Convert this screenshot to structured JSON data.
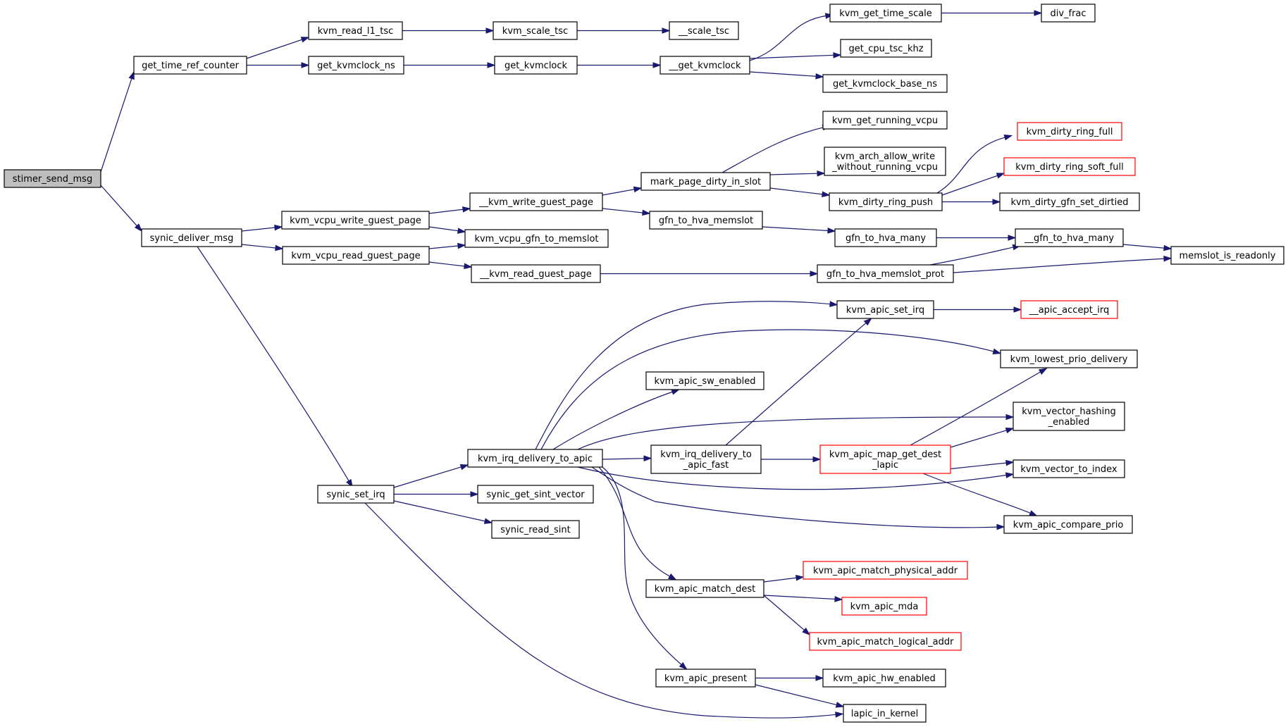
{
  "graph": {
    "colors": {
      "edge": "#191970",
      "node_border": "#000000",
      "truncated_border": "#ff0000",
      "root_fill": "#bfbfbf",
      "node_fill": "#ffffff"
    },
    "nodes": [
      {
        "id": "stimer_send_msg",
        "lines": [
          "stimer_send_msg"
        ],
        "root": true
      },
      {
        "id": "get_time_ref_counter",
        "lines": [
          "get_time_ref_counter"
        ]
      },
      {
        "id": "kvm_read_l1_tsc",
        "lines": [
          "kvm_read_l1_tsc"
        ]
      },
      {
        "id": "kvm_scale_tsc",
        "lines": [
          "kvm_scale_tsc"
        ]
      },
      {
        "id": "__scale_tsc",
        "lines": [
          "__scale_tsc"
        ]
      },
      {
        "id": "get_kvmclock_ns",
        "lines": [
          "get_kvmclock_ns"
        ]
      },
      {
        "id": "get_kvmclock",
        "lines": [
          "get_kvmclock"
        ]
      },
      {
        "id": "__get_kvmclock",
        "lines": [
          "__get_kvmclock"
        ]
      },
      {
        "id": "kvm_get_time_scale",
        "lines": [
          "kvm_get_time_scale"
        ]
      },
      {
        "id": "div_frac",
        "lines": [
          "div_frac"
        ]
      },
      {
        "id": "get_cpu_tsc_khz",
        "lines": [
          "get_cpu_tsc_khz"
        ]
      },
      {
        "id": "get_kvmclock_base_ns",
        "lines": [
          "get_kvmclock_base_ns"
        ]
      },
      {
        "id": "kvm_get_running_vcpu",
        "lines": [
          "kvm_get_running_vcpu"
        ]
      },
      {
        "id": "kvm_arch_allow_write",
        "lines": [
          "kvm_arch_allow_write",
          "_without_running_vcpu"
        ]
      },
      {
        "id": "kvm_dirty_ring_full",
        "lines": [
          "kvm_dirty_ring_full"
        ],
        "truncated": true
      },
      {
        "id": "kvm_dirty_ring_soft_full",
        "lines": [
          "kvm_dirty_ring_soft_full"
        ],
        "truncated": true
      },
      {
        "id": "mark_page_dirty_in_slot",
        "lines": [
          "mark_page_dirty_in_slot"
        ]
      },
      {
        "id": "kvm_dirty_ring_push",
        "lines": [
          "kvm_dirty_ring_push"
        ]
      },
      {
        "id": "kvm_dirty_gfn_set_dirtied",
        "lines": [
          "kvm_dirty_gfn_set_dirtied"
        ]
      },
      {
        "id": "__kvm_write_guest_page",
        "lines": [
          "__kvm_write_guest_page"
        ]
      },
      {
        "id": "kvm_vcpu_write_guest_page",
        "lines": [
          "kvm_vcpu_write_guest_page"
        ]
      },
      {
        "id": "gfn_to_hva_memslot",
        "lines": [
          "gfn_to_hva_memslot"
        ]
      },
      {
        "id": "synic_deliver_msg",
        "lines": [
          "synic_deliver_msg"
        ]
      },
      {
        "id": "kvm_vcpu_gfn_to_memslot",
        "lines": [
          "kvm_vcpu_gfn_to_memslot"
        ]
      },
      {
        "id": "gfn_to_hva_many",
        "lines": [
          "gfn_to_hva_many"
        ]
      },
      {
        "id": "__gfn_to_hva_many",
        "lines": [
          "__gfn_to_hva_many"
        ]
      },
      {
        "id": "kvm_vcpu_read_guest_page",
        "lines": [
          "kvm_vcpu_read_guest_page"
        ]
      },
      {
        "id": "memslot_is_readonly",
        "lines": [
          "memslot_is_readonly"
        ]
      },
      {
        "id": "__kvm_read_guest_page",
        "lines": [
          "__kvm_read_guest_page"
        ]
      },
      {
        "id": "gfn_to_hva_memslot_prot",
        "lines": [
          "gfn_to_hva_memslot_prot"
        ]
      },
      {
        "id": "kvm_apic_set_irq",
        "lines": [
          "kvm_apic_set_irq"
        ]
      },
      {
        "id": "__apic_accept_irq",
        "lines": [
          "__apic_accept_irq"
        ],
        "truncated": true
      },
      {
        "id": "kvm_lowest_prio_delivery",
        "lines": [
          "kvm_lowest_prio_delivery"
        ]
      },
      {
        "id": "kvm_apic_sw_enabled",
        "lines": [
          "kvm_apic_sw_enabled"
        ]
      },
      {
        "id": "kvm_vector_hashing_enabled",
        "lines": [
          "kvm_vector_hashing",
          "_enabled"
        ]
      },
      {
        "id": "kvm_irq_delivery_to_apic",
        "lines": [
          "kvm_irq_delivery_to_apic"
        ]
      },
      {
        "id": "kvm_irq_delivery_to_apic_fast",
        "lines": [
          "kvm_irq_delivery_to",
          "_apic_fast"
        ]
      },
      {
        "id": "kvm_apic_map_get_dest_lapic",
        "lines": [
          "kvm_apic_map_get_dest",
          "_lapic"
        ],
        "truncated": true
      },
      {
        "id": "kvm_vector_to_index",
        "lines": [
          "kvm_vector_to_index"
        ]
      },
      {
        "id": "synic_set_irq",
        "lines": [
          "synic_set_irq"
        ]
      },
      {
        "id": "synic_get_sint_vector",
        "lines": [
          "synic_get_sint_vector"
        ]
      },
      {
        "id": "kvm_apic_compare_prio",
        "lines": [
          "kvm_apic_compare_prio"
        ]
      },
      {
        "id": "synic_read_sint",
        "lines": [
          "synic_read_sint"
        ]
      },
      {
        "id": "kvm_apic_match_physical_addr",
        "lines": [
          "kvm_apic_match_physical_addr"
        ],
        "truncated": true
      },
      {
        "id": "kvm_apic_match_dest",
        "lines": [
          "kvm_apic_match_dest"
        ]
      },
      {
        "id": "kvm_apic_mda",
        "lines": [
          "kvm_apic_mda"
        ],
        "truncated": true
      },
      {
        "id": "kvm_apic_match_logical_addr",
        "lines": [
          "kvm_apic_match_logical_addr"
        ],
        "truncated": true
      },
      {
        "id": "kvm_apic_present",
        "lines": [
          "kvm_apic_present"
        ]
      },
      {
        "id": "kvm_apic_hw_enabled",
        "lines": [
          "kvm_apic_hw_enabled"
        ]
      },
      {
        "id": "lapic_in_kernel",
        "lines": [
          "lapic_in_kernel"
        ]
      }
    ],
    "edges": [
      [
        "stimer_send_msg",
        "get_time_ref_counter"
      ],
      [
        "stimer_send_msg",
        "synic_deliver_msg"
      ],
      [
        "get_time_ref_counter",
        "kvm_read_l1_tsc"
      ],
      [
        "get_time_ref_counter",
        "get_kvmclock_ns"
      ],
      [
        "kvm_read_l1_tsc",
        "kvm_scale_tsc"
      ],
      [
        "kvm_scale_tsc",
        "__scale_tsc"
      ],
      [
        "get_kvmclock_ns",
        "get_kvmclock"
      ],
      [
        "get_kvmclock",
        "__get_kvmclock"
      ],
      [
        "__get_kvmclock",
        "kvm_get_time_scale"
      ],
      [
        "__get_kvmclock",
        "get_cpu_tsc_khz"
      ],
      [
        "__get_kvmclock",
        "get_kvmclock_base_ns"
      ],
      [
        "kvm_get_time_scale",
        "div_frac"
      ],
      [
        "synic_deliver_msg",
        "kvm_vcpu_write_guest_page"
      ],
      [
        "synic_deliver_msg",
        "kvm_vcpu_read_guest_page"
      ],
      [
        "synic_deliver_msg",
        "synic_set_irq"
      ],
      [
        "kvm_vcpu_write_guest_page",
        "__kvm_write_guest_page"
      ],
      [
        "kvm_vcpu_write_guest_page",
        "kvm_vcpu_gfn_to_memslot"
      ],
      [
        "kvm_vcpu_read_guest_page",
        "kvm_vcpu_gfn_to_memslot"
      ],
      [
        "kvm_vcpu_read_guest_page",
        "__kvm_read_guest_page"
      ],
      [
        "__kvm_write_guest_page",
        "mark_page_dirty_in_slot"
      ],
      [
        "__kvm_write_guest_page",
        "gfn_to_hva_memslot"
      ],
      [
        "mark_page_dirty_in_slot",
        "kvm_get_running_vcpu"
      ],
      [
        "mark_page_dirty_in_slot",
        "kvm_arch_allow_write"
      ],
      [
        "mark_page_dirty_in_slot",
        "kvm_dirty_ring_push"
      ],
      [
        "kvm_dirty_ring_push",
        "kvm_dirty_ring_full"
      ],
      [
        "kvm_dirty_ring_push",
        "kvm_dirty_ring_soft_full"
      ],
      [
        "kvm_dirty_ring_push",
        "kvm_dirty_gfn_set_dirtied"
      ],
      [
        "gfn_to_hva_memslot",
        "gfn_to_hva_many"
      ],
      [
        "gfn_to_hva_many",
        "__gfn_to_hva_many"
      ],
      [
        "__gfn_to_hva_many",
        "memslot_is_readonly"
      ],
      [
        "__kvm_read_guest_page",
        "gfn_to_hva_memslot_prot"
      ],
      [
        "gfn_to_hva_memslot_prot",
        "__gfn_to_hva_many"
      ],
      [
        "gfn_to_hva_memslot_prot",
        "memslot_is_readonly"
      ],
      [
        "synic_set_irq",
        "kvm_irq_delivery_to_apic"
      ],
      [
        "synic_set_irq",
        "synic_get_sint_vector"
      ],
      [
        "synic_set_irq",
        "synic_read_sint"
      ],
      [
        "synic_set_irq",
        "lapic_in_kernel"
      ],
      [
        "kvm_irq_delivery_to_apic",
        "kvm_apic_set_irq"
      ],
      [
        "kvm_irq_delivery_to_apic",
        "kvm_lowest_prio_delivery"
      ],
      [
        "kvm_irq_delivery_to_apic",
        "kvm_apic_sw_enabled"
      ],
      [
        "kvm_irq_delivery_to_apic",
        "kvm_vector_hashing_enabled"
      ],
      [
        "kvm_irq_delivery_to_apic",
        "kvm_irq_delivery_to_apic_fast"
      ],
      [
        "kvm_irq_delivery_to_apic",
        "kvm_vector_to_index"
      ],
      [
        "kvm_irq_delivery_to_apic",
        "kvm_apic_compare_prio"
      ],
      [
        "kvm_irq_delivery_to_apic",
        "kvm_apic_match_dest"
      ],
      [
        "kvm_irq_delivery_to_apic",
        "kvm_apic_present"
      ],
      [
        "kvm_irq_delivery_to_apic_fast",
        "kvm_apic_set_irq"
      ],
      [
        "kvm_irq_delivery_to_apic_fast",
        "kvm_apic_map_get_dest_lapic"
      ],
      [
        "kvm_apic_map_get_dest_lapic",
        "kvm_lowest_prio_delivery"
      ],
      [
        "kvm_apic_map_get_dest_lapic",
        "kvm_vector_hashing_enabled"
      ],
      [
        "kvm_apic_map_get_dest_lapic",
        "kvm_vector_to_index"
      ],
      [
        "kvm_apic_map_get_dest_lapic",
        "kvm_apic_compare_prio"
      ],
      [
        "kvm_apic_set_irq",
        "__apic_accept_irq"
      ],
      [
        "kvm_apic_match_dest",
        "kvm_apic_match_physical_addr"
      ],
      [
        "kvm_apic_match_dest",
        "kvm_apic_mda"
      ],
      [
        "kvm_apic_match_dest",
        "kvm_apic_match_logical_addr"
      ],
      [
        "kvm_apic_present",
        "kvm_apic_hw_enabled"
      ],
      [
        "kvm_apic_present",
        "lapic_in_kernel"
      ]
    ]
  }
}
